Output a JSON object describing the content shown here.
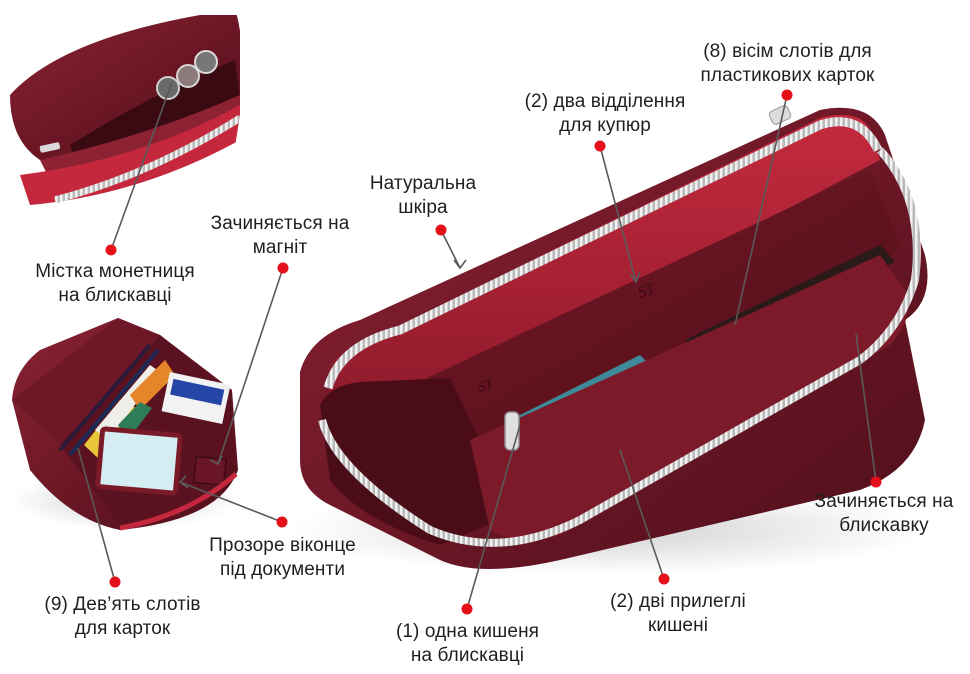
{
  "colors": {
    "dot": "#e5101a",
    "leader_line": "#5a5a5a",
    "leather_dark": "#5e1420",
    "leather_mid": "#7f1d2b",
    "leather_light": "#a32c3c",
    "lining_red": "#c2253a",
    "zipper": "#d9d9d9",
    "background": "#ffffff"
  },
  "callouts": [
    {
      "id": "coin-pocket",
      "lines": [
        "Містка монетниця",
        "на блискавці"
      ]
    },
    {
      "id": "magnet-clasp",
      "lines": [
        "Зачиняється на",
        "магніт"
      ]
    },
    {
      "id": "genuine-leather",
      "lines": [
        "Натуральна",
        "шкіра"
      ]
    },
    {
      "id": "bill-compartments",
      "lines": [
        "(2) два відділення",
        "для купюр"
      ]
    },
    {
      "id": "card-slots-8",
      "lines": [
        "(8) вісім слотів для",
        "пластикових карток"
      ]
    },
    {
      "id": "zip-closure",
      "lines": [
        "Зачиняється на",
        "блискавку"
      ]
    },
    {
      "id": "document-window",
      "lines": [
        "Прозоре віконце",
        "під документи"
      ]
    },
    {
      "id": "card-slots-9",
      "lines": [
        "(9) Дев’ять слотів",
        "для карток"
      ]
    },
    {
      "id": "zip-pocket",
      "lines": [
        "(1) одна кишеня",
        "на блискавці"
      ]
    },
    {
      "id": "adjacent-pockets",
      "lines": [
        "(2) дві прилеглі",
        "кишені"
      ]
    }
  ]
}
